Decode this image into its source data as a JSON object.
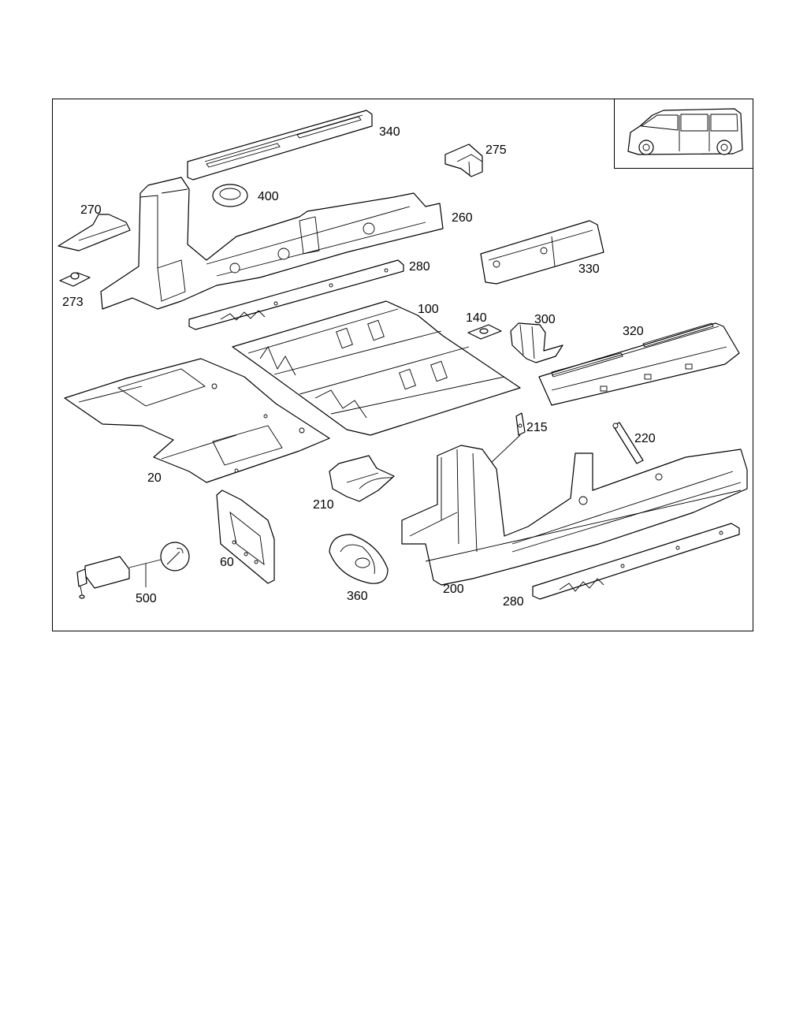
{
  "parts": [
    {
      "id": "340",
      "label": "340"
    },
    {
      "id": "275",
      "label": "275"
    },
    {
      "id": "400",
      "label": "400"
    },
    {
      "id": "270",
      "label": "270"
    },
    {
      "id": "260",
      "label": "260"
    },
    {
      "id": "280a",
      "label": "280"
    },
    {
      "id": "330",
      "label": "330"
    },
    {
      "id": "273",
      "label": "273"
    },
    {
      "id": "100",
      "label": "100"
    },
    {
      "id": "140",
      "label": "140"
    },
    {
      "id": "300",
      "label": "300"
    },
    {
      "id": "320",
      "label": "320"
    },
    {
      "id": "215",
      "label": "215"
    },
    {
      "id": "220",
      "label": "220"
    },
    {
      "id": "20",
      "label": "20"
    },
    {
      "id": "210",
      "label": "210"
    },
    {
      "id": "60",
      "label": "60"
    },
    {
      "id": "500",
      "label": "500"
    },
    {
      "id": "360",
      "label": "360"
    },
    {
      "id": "200",
      "label": "200"
    },
    {
      "id": "280b",
      "label": "280"
    }
  ]
}
